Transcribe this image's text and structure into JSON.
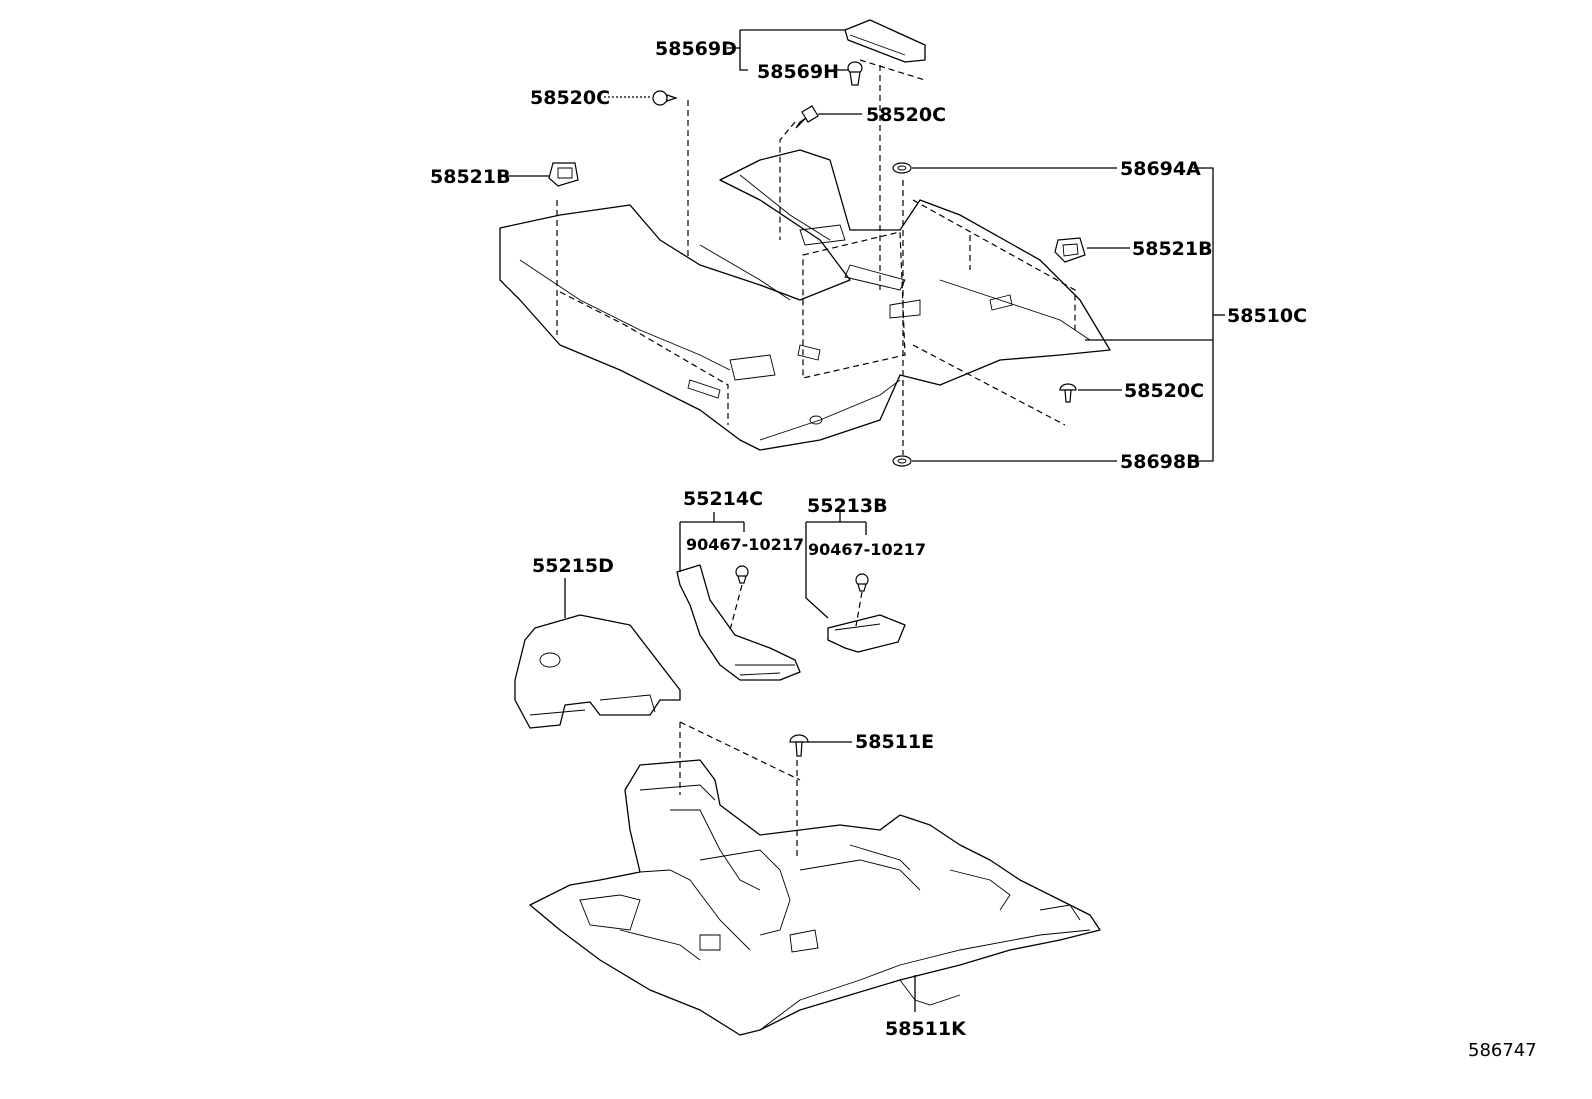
{
  "diagram_ref": "586747",
  "labels": {
    "p58569D": "58569D",
    "p58569H": "58569H",
    "p58520C_a": "58520C",
    "p58520C_b": "58520C",
    "p58521B_a": "58521B",
    "p58694A": "58694A",
    "p58521B_b": "58521B",
    "p58510C": "58510C",
    "p58520C_c": "58520C",
    "p58698B": "58698B",
    "p55214C": "55214C",
    "p55213B": "55213B",
    "p90467_a": "90467-10217",
    "p90467_b": "90467-10217",
    "p55215D": "55215D",
    "p58511E": "58511E",
    "p58511K": "58511K"
  }
}
